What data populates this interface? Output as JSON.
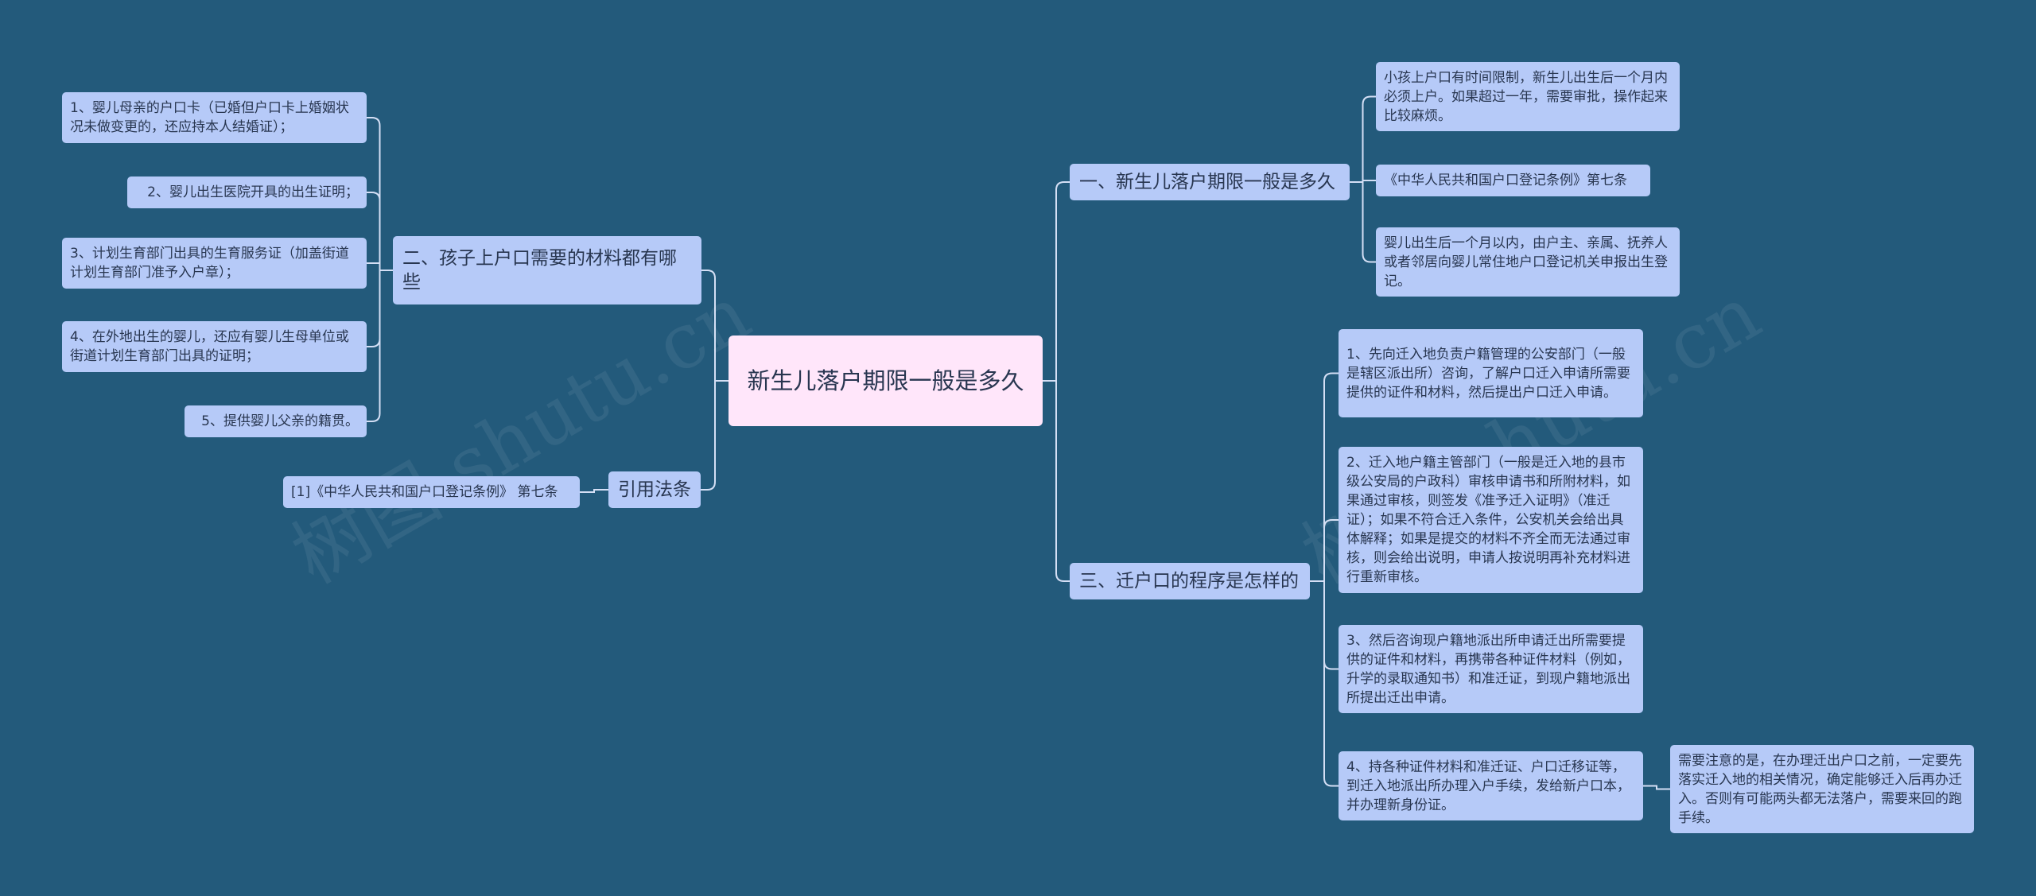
{
  "colors": {
    "background": "#235a7b",
    "node": "#b6caf8",
    "root": "#ffe6fa",
    "line": "#d4dff5",
    "text": "#283650"
  },
  "root": {
    "label": "新生儿落户期限一般是多久"
  },
  "branches": {
    "b1": {
      "label": "一、新生儿落户期限一般是多久",
      "leaves": [
        "小孩上户口有时间限制，新生儿出生后一个月内必须上户。如果超过一年，需要审批，操作起来比较麻烦。",
        "《中华人民共和国户口登记条例》第七条",
        "婴儿出生后一个月以内，由户主、亲属、抚养人或者邻居向婴儿常住地户口登记机关申报出生登记。"
      ]
    },
    "b2": {
      "label": "二、孩子上户口需要的材料都有哪些",
      "leaves": [
        "1、婴儿母亲的户口卡（已婚但户口卡上婚姻状况未做变更的，还应持本人结婚证）；",
        "2、婴儿出生医院开具的出生证明；",
        "3、计划生育部门出具的生育服务证（加盖街道计划生育部门准予入户章）；",
        "4、在外地出生的婴儿，还应有婴儿生母单位或街道计划生育部门出具的证明；",
        "5、提供婴儿父亲的籍贯。"
      ]
    },
    "b3": {
      "label": "三、迁户口的程序是怎样的",
      "leaves": [
        "1、先向迁入地负责户籍管理的公安部门（一般是辖区派出所）咨询，了解户口迁入申请所需要提供的证件和材料，然后提出户口迁入申请。",
        "2、迁入地户籍主管部门（一般是迁入地的县市级公安局的户政科）审核申请书和所附材料，如果通过审核，则签发《准予迁入证明》（准迁证）；如果不符合迁入条件，公安机关会给出具体解释；如果是提交的材料不齐全而无法通过审核，则会给出说明，申请人按说明再补充材料进行重新审核。",
        "3、然后咨询现户籍地派出所申请迁出所需要提供的证件和材料，再携带各种证件材料（例如，升学的录取通知书）和准迁证，到现户籍地派出所提出迁出申请。",
        "4、持各种证件材料和准迁证、户口迁移证等，到迁入地派出所办理入户手续，发给新户口本，并办理新身份证。"
      ],
      "sub": "需要注意的是，在办理迁出户口之前，一定要先落实迁入地的相关情况，确定能够迁入后再办迁入。否则有可能两头都无法落户，需要来回的跑手续。"
    },
    "b4": {
      "label": "引用法条",
      "leaves": [
        "[1]《中华人民共和国户口登记条例》 第七条"
      ]
    }
  },
  "watermarks": [
    "树图 shutu.cn",
    "树图 shutu.cn"
  ]
}
